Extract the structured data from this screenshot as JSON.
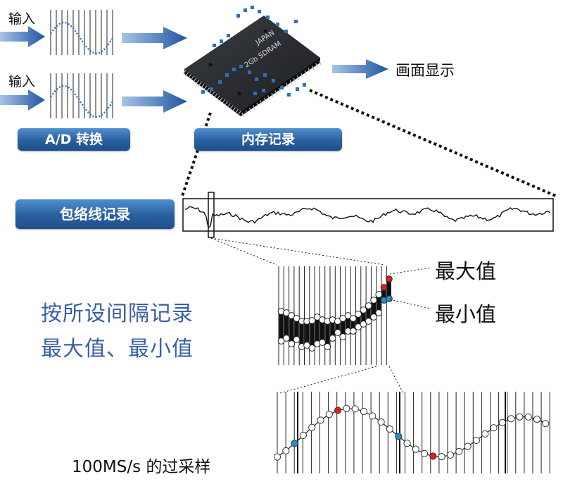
{
  "labels": {
    "input_1": "输入",
    "input_2": "输入",
    "display": "画面显示",
    "ad_convert": "A/D 转换",
    "memory_record": "内存记录",
    "envelope_record": "包络线记录",
    "interval_line1": "按所设间隔记录",
    "interval_line2": "最大值、最小值",
    "max_value": "最大值",
    "min_value": "最小值",
    "oversampling": "100MS/s 的过采样"
  },
  "chip": {
    "line1": "JAPAN",
    "line2": "2Gb SDRAM"
  },
  "colors": {
    "arrow_blue": "#2a5fa8",
    "pill_blue": "#2a5f9e",
    "caption_blue": "#3a5fa8",
    "max_marker": "#e0201c",
    "min_marker": "#1e90d0",
    "dot_blue": "#2c6fc0",
    "chip_body": "#2b2d31"
  }
}
